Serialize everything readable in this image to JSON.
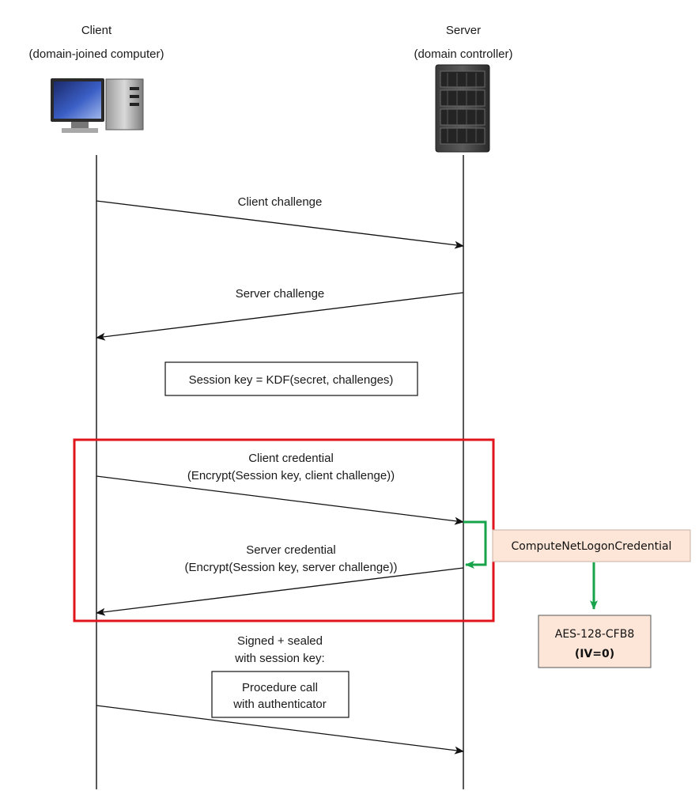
{
  "participants": {
    "client": {
      "title": "Client",
      "subtitle": "(domain-joined computer)",
      "icon": "desktop-computer-icon"
    },
    "server": {
      "title": "Server",
      "subtitle": "(domain controller)",
      "icon": "server-rack-icon"
    }
  },
  "messages": {
    "client_challenge": "Client challenge",
    "server_challenge": "Server challenge",
    "client_credential_line1": "Client credential",
    "client_credential_line2": "(Encrypt(Session key, client challenge))",
    "server_credential_line1": "Server credential",
    "server_credential_line2": "(Encrypt(Session key, server challenge))",
    "signed_sealed_line1": "Signed + sealed",
    "signed_sealed_line2": "with session key:"
  },
  "boxes": {
    "session_key": "Session key = KDF(secret, challenges)",
    "procedure_call_line1": "Procedure call",
    "procedure_call_line2": "with authenticator",
    "compute_function": "ComputeNetLogonCredential",
    "cipher_line1": "AES-128-CFB8",
    "cipher_line2": "(IV=0)"
  },
  "colors": {
    "highlight": "#e0141b",
    "green_arrow": "#16a34a",
    "note_fill": "#fde6d8",
    "line": "#111111"
  }
}
